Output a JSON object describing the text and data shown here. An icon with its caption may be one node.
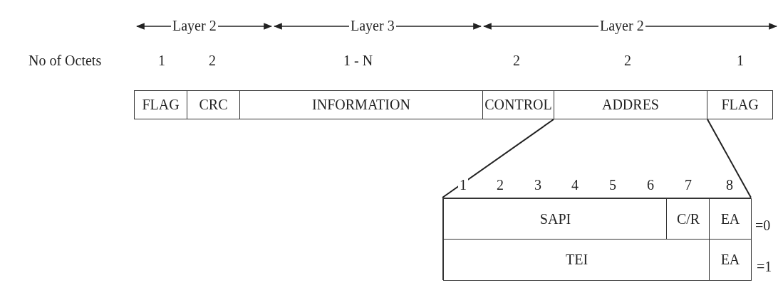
{
  "diagram": {
    "nodes": [
      {
        "text": [
          "FLAG"
        ]
      },
      {
        "text": [
          "CRC"
        ]
      },
      {
        "text": [
          "INFORMATION"
        ]
      },
      {
        "text": [
          "CONTROL"
        ]
      },
      {
        "text": [
          "ADDRES"
        ]
      },
      {
        "text": [
          "FLAG"
        ]
      },
      {
        "text": [],
        "shape": "box"
      },
      {
        "text": [
          "SAPI"
        ],
        "in": 6
      },
      {
        "text": [
          "C/R"
        ],
        "in": 6
      },
      {
        "text": [
          "EA"
        ],
        "in": 6
      },
      {
        "text": [
          "TEI"
        ],
        "in": 6
      },
      {
        "text": [
          "EA"
        ],
        "in": 6
      }
    ],
    "edges": [
      {
        "from": 4,
        "to": 6,
        "arrow": "none"
      },
      {
        "from": 4,
        "to": 6,
        "arrow": "none"
      }
    ],
    "labels": [
      "Layer 2",
      "Layer 3",
      "Layer 2",
      "No of Octets",
      "1",
      "2",
      "1 - N",
      "2",
      "2",
      "1",
      "1",
      "2",
      "3",
      "4",
      "5",
      "6",
      "7",
      "8",
      "=0",
      "=1"
    ]
  }
}
